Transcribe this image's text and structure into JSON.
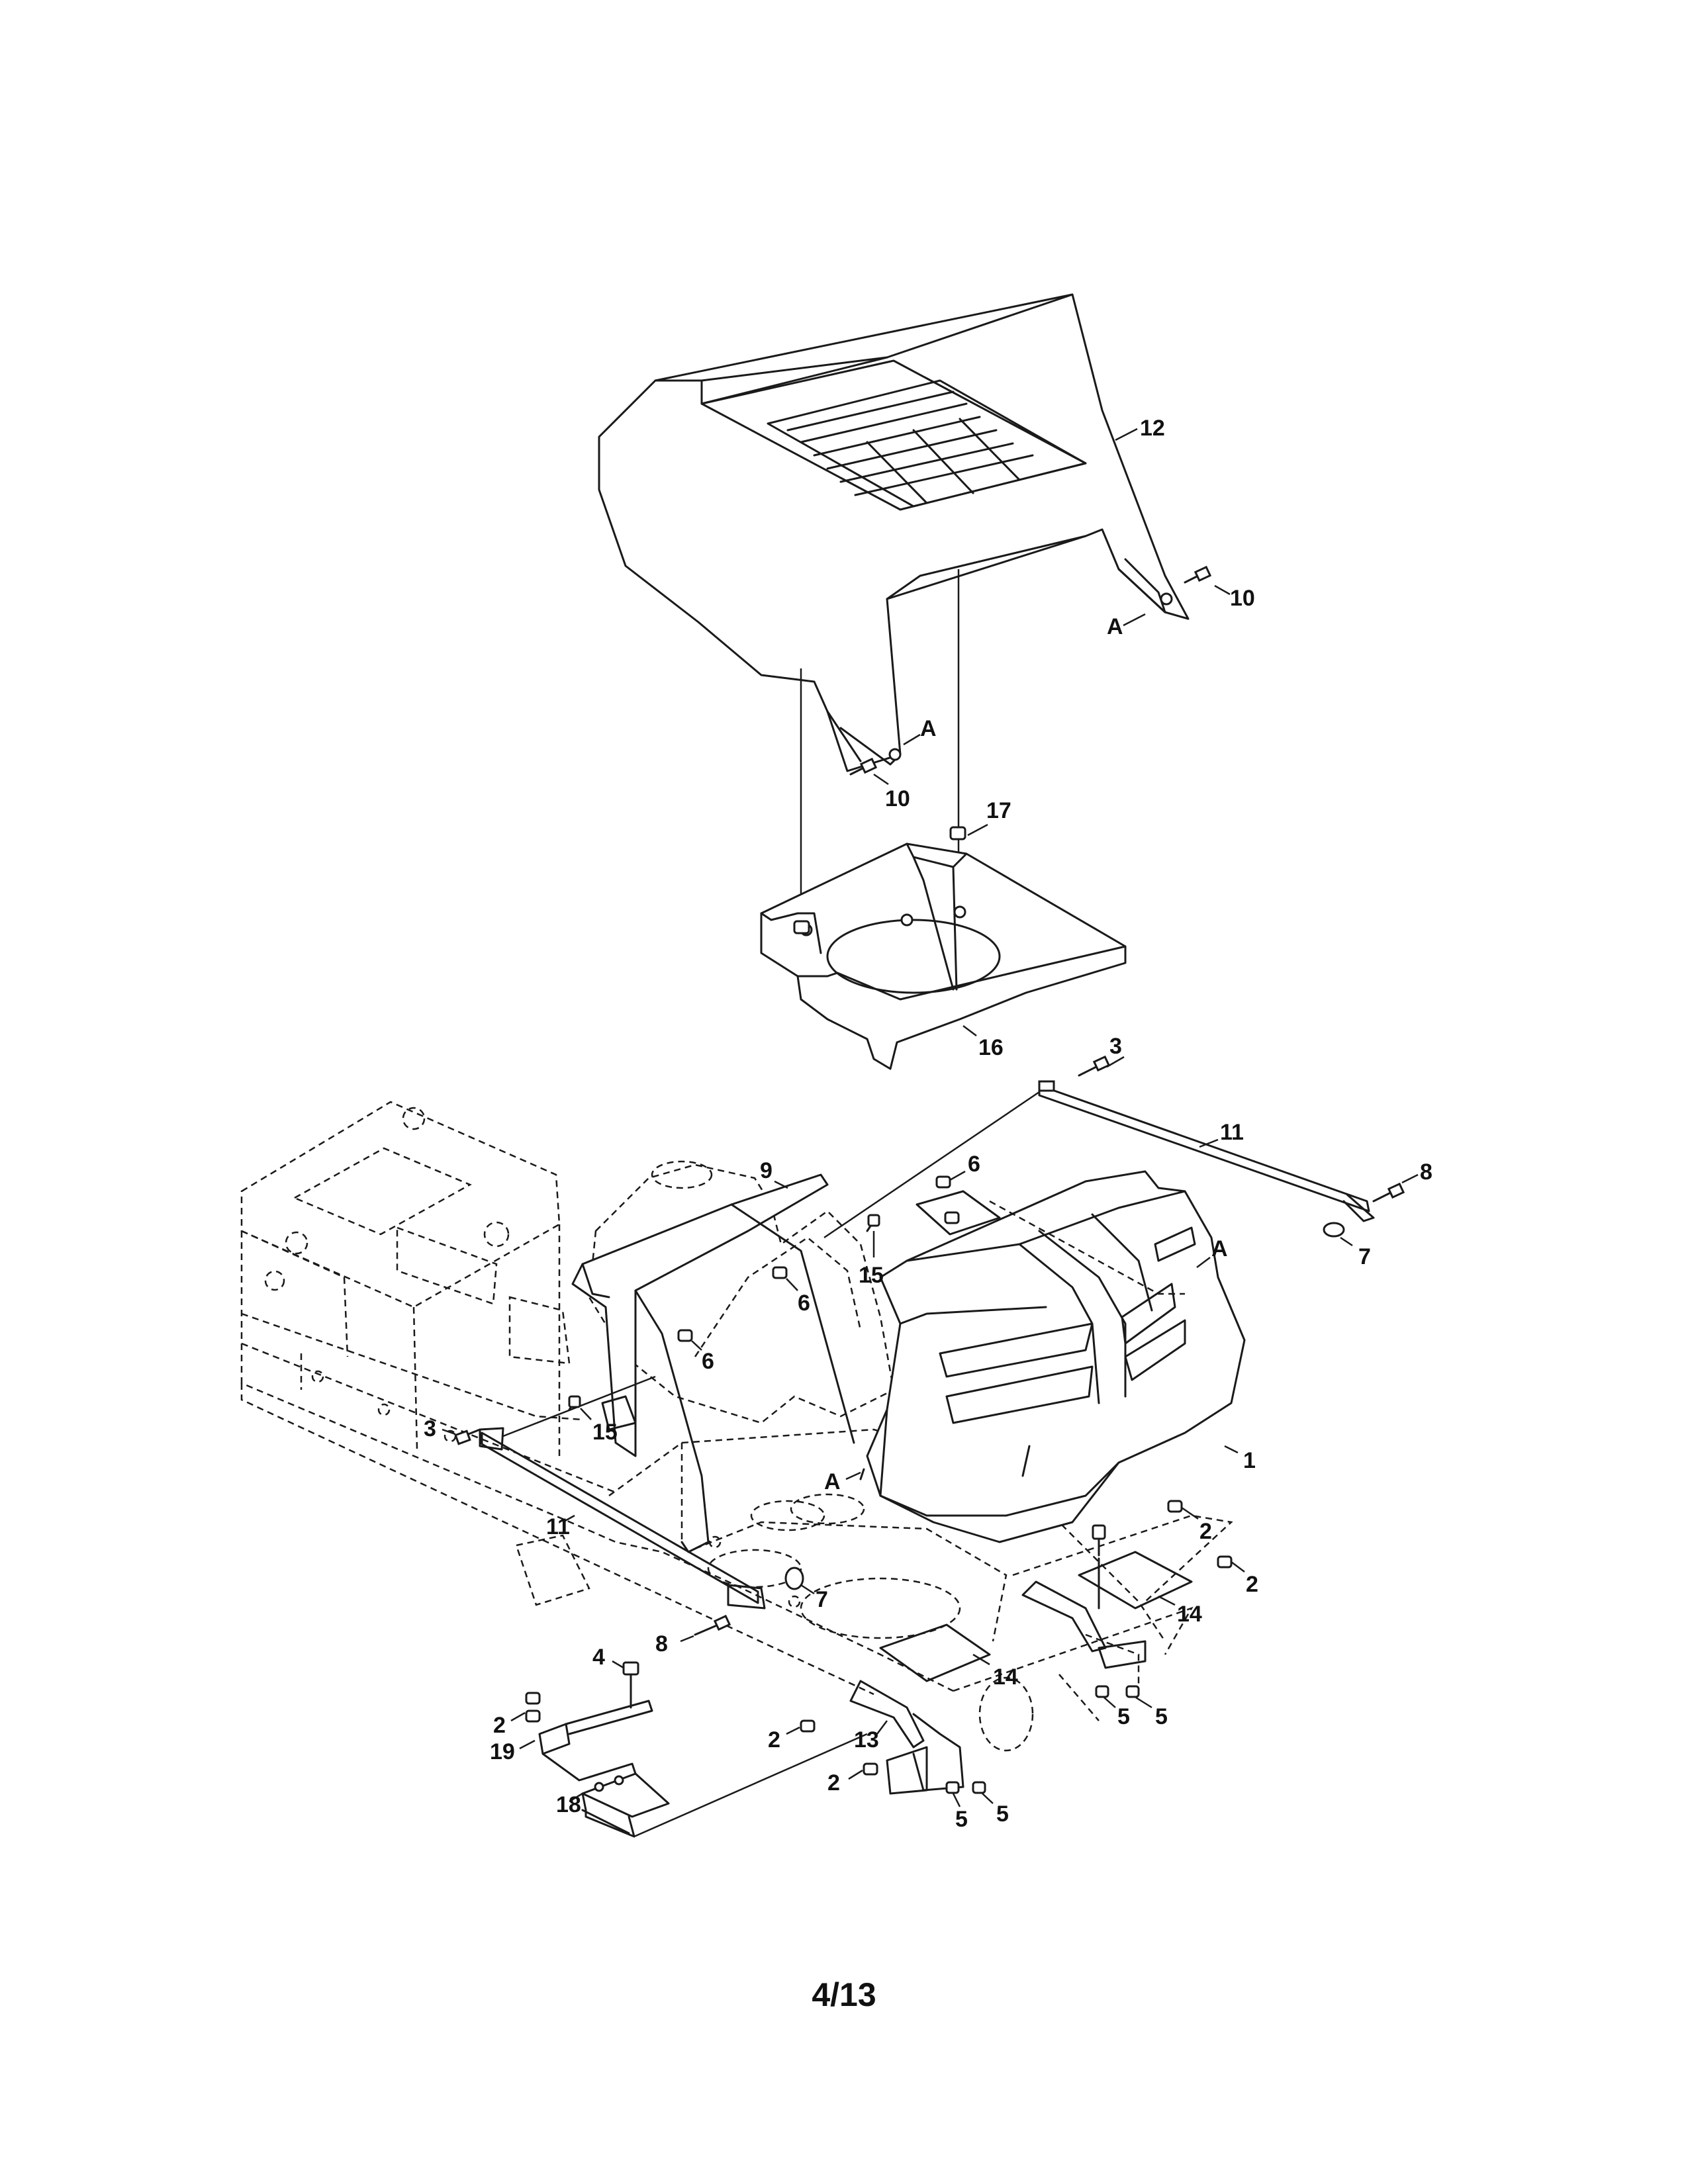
{
  "page": {
    "page_number": "4/13"
  },
  "callouts": [
    {
      "id": "c12",
      "text": "12"
    },
    {
      "id": "c10a",
      "text": "10"
    },
    {
      "id": "cAa",
      "text": "A"
    },
    {
      "id": "cAb",
      "text": "A"
    },
    {
      "id": "c10b",
      "text": "10"
    },
    {
      "id": "c17",
      "text": "17"
    },
    {
      "id": "c16",
      "text": "16"
    },
    {
      "id": "c3a",
      "text": "3"
    },
    {
      "id": "c11a",
      "text": "11"
    },
    {
      "id": "c8a",
      "text": "8"
    },
    {
      "id": "c7a",
      "text": "7"
    },
    {
      "id": "c9",
      "text": "9"
    },
    {
      "id": "c6a",
      "text": "6"
    },
    {
      "id": "c15a",
      "text": "15"
    },
    {
      "id": "cAc",
      "text": "A"
    },
    {
      "id": "c6b",
      "text": "6"
    },
    {
      "id": "c6c",
      "text": "6"
    },
    {
      "id": "c3b",
      "text": "3"
    },
    {
      "id": "c15b",
      "text": "15"
    },
    {
      "id": "c1",
      "text": "1"
    },
    {
      "id": "cAd",
      "text": "A"
    },
    {
      "id": "c11b",
      "text": "11"
    },
    {
      "id": "c2a",
      "text": "2"
    },
    {
      "id": "c2b",
      "text": "2"
    },
    {
      "id": "c7b",
      "text": "7"
    },
    {
      "id": "c14a",
      "text": "14"
    },
    {
      "id": "c8b",
      "text": "8"
    },
    {
      "id": "c14b",
      "text": "14"
    },
    {
      "id": "c4",
      "text": "4"
    },
    {
      "id": "c2c",
      "text": "2"
    },
    {
      "id": "c19",
      "text": "19"
    },
    {
      "id": "c2d",
      "text": "2"
    },
    {
      "id": "c13",
      "text": "13"
    },
    {
      "id": "c5a",
      "text": "5"
    },
    {
      "id": "c5b",
      "text": "5"
    },
    {
      "id": "c18",
      "text": "18"
    },
    {
      "id": "c2e",
      "text": "2"
    },
    {
      "id": "c5c",
      "text": "5"
    },
    {
      "id": "c5d",
      "text": "5"
    }
  ]
}
